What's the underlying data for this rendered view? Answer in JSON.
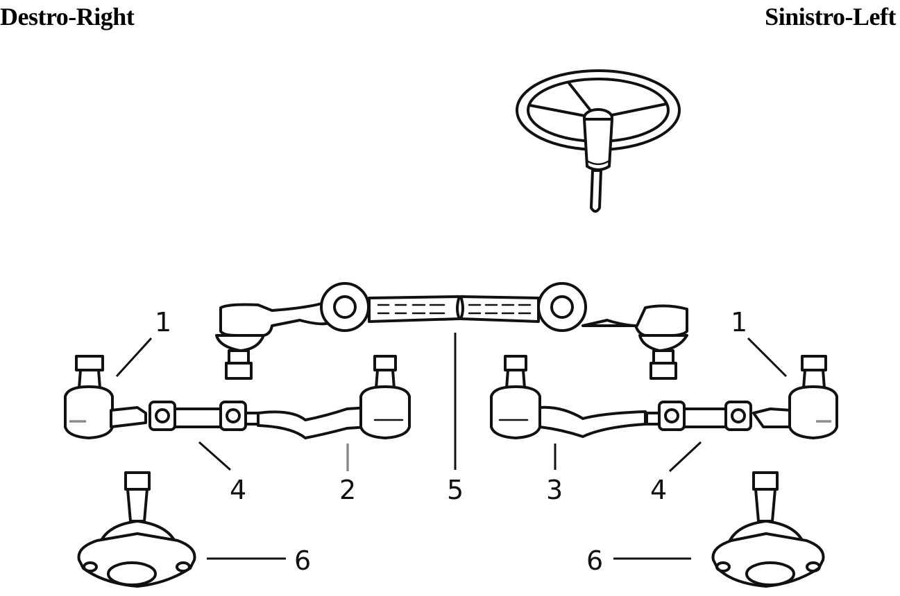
{
  "header": {
    "right_label": "Destro-Right",
    "left_label": "Sinistro-Left"
  },
  "callouts": {
    "c1_left": "1",
    "c1_right": "1",
    "c2": "2",
    "c3": "3",
    "c4_left": "4",
    "c4_right": "4",
    "c5": "5",
    "c6_left": "6",
    "c6_right": "6"
  },
  "colors": {
    "ink": "#111111",
    "background": "#ffffff",
    "leader_grey": "#8a8a8a"
  }
}
